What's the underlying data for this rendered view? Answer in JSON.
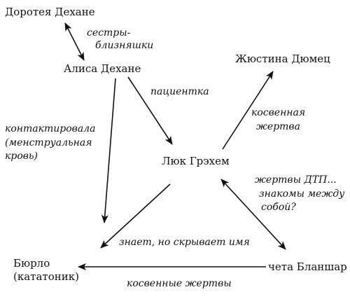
{
  "nodes": {
    "dorothea": "Доротея Дехане",
    "alisa": "Алиса Дехане",
    "justina": "Жюстина Дюмец",
    "luc": "Люк Грэхем",
    "burlo_1": "Бюрло",
    "burlo_2": "(кататоник)",
    "blanchard": "чета Бланшар"
  },
  "edges": {
    "sisters": {
      "line1": "сестры-",
      "line2": "близняшки"
    },
    "patient": {
      "line1": "пациентка"
    },
    "contacted": {
      "line1": "контактировала",
      "line2": "(менструальная",
      "line3": "кровь)"
    },
    "indirect_victim": {
      "line1": "косвенная",
      "line2": "жертва"
    },
    "road_victims": {
      "line1": "жертвы ДТП...",
      "line2": "знакомы между",
      "line3": "собой?"
    },
    "knows_hides": {
      "line1": "знает, но скрывает имя"
    },
    "indirect_victims": {
      "line1": "косвенные жертвы"
    }
  },
  "colors": {
    "ink": "#111111",
    "background": "#ffffff"
  }
}
